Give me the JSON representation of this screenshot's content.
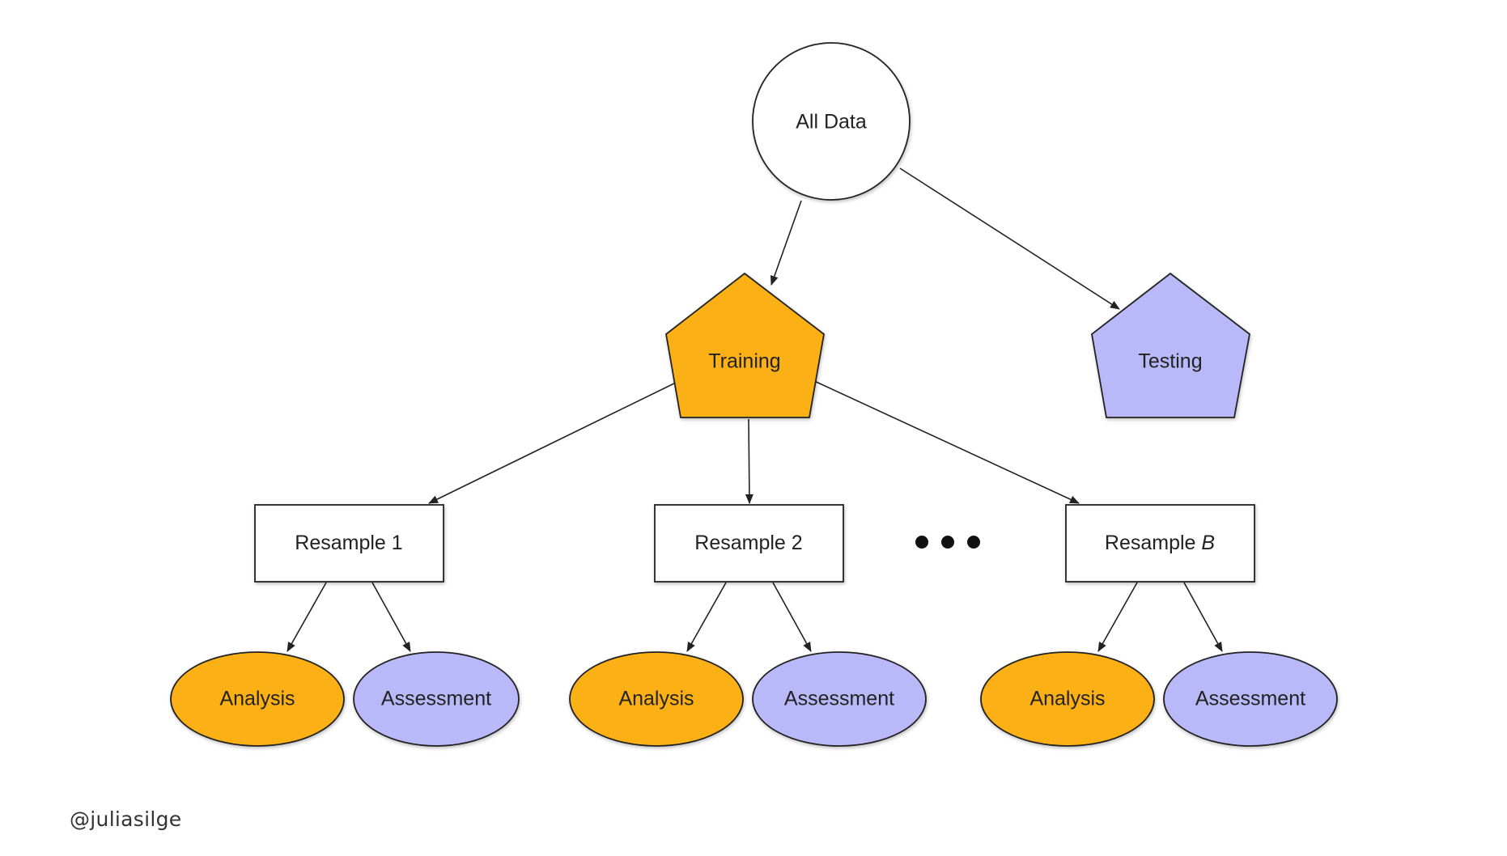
{
  "diagram": {
    "root": {
      "label": "All Data"
    },
    "training": {
      "label": "Training"
    },
    "testing": {
      "label": "Testing"
    },
    "resamples": [
      {
        "prefix": "Resample",
        "suffix": "1"
      },
      {
        "prefix": "Resample",
        "suffix": "2"
      },
      {
        "prefix": "Resample",
        "suffix": "B"
      }
    ],
    "leaves": [
      {
        "analysis": "Analysis",
        "assessment": "Assessment"
      },
      {
        "analysis": "Analysis",
        "assessment": "Assessment"
      },
      {
        "analysis": "Analysis",
        "assessment": "Assessment"
      }
    ],
    "colors": {
      "training": "#FBB117",
      "testing": "#B9B9F9",
      "analysis": "#FBB117",
      "assessment": "#B9B9F9",
      "node_outline": "#222222",
      "root_fill": "#ffffff",
      "resample_fill": "#ffffff"
    }
  },
  "footer": {
    "handle": "@juliasilge"
  }
}
